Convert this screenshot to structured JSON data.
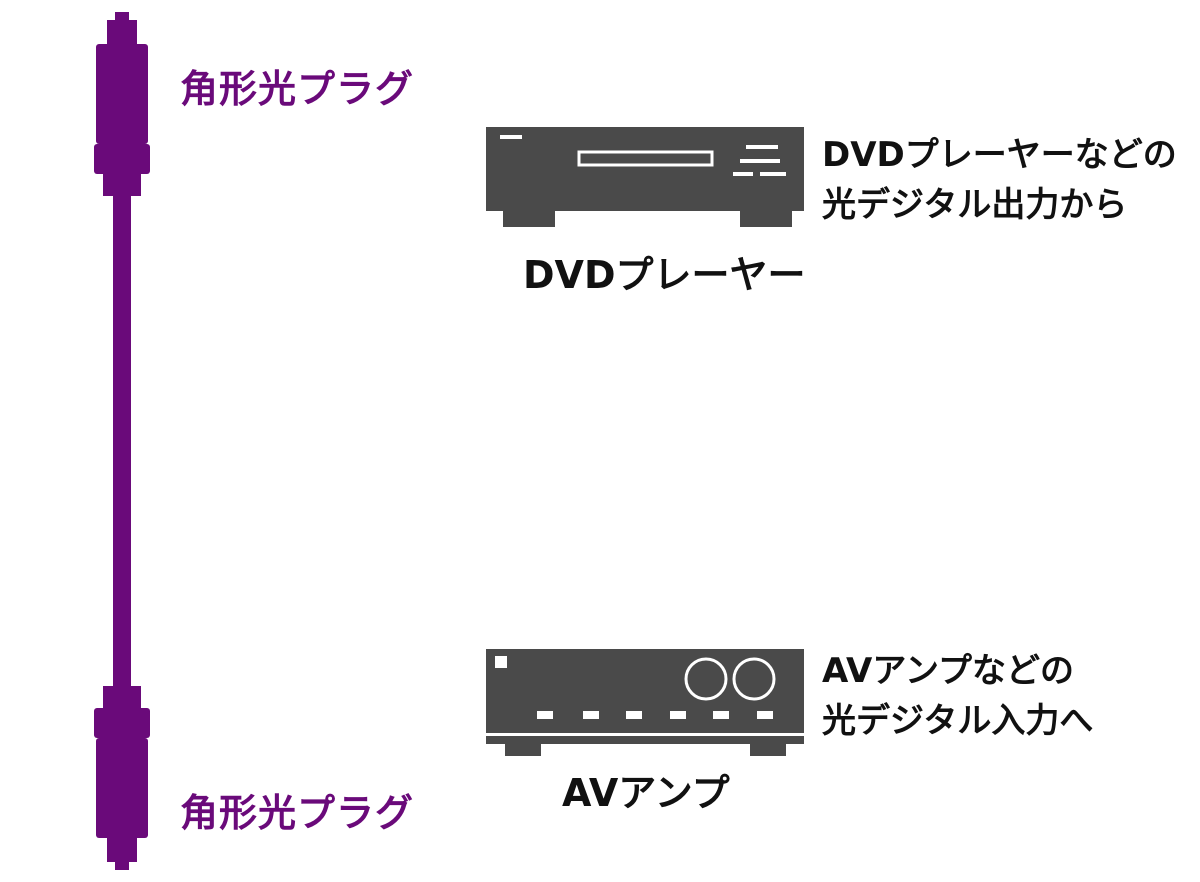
{
  "colors": {
    "cable": "#6a0a7a",
    "device": "#4a4a4a",
    "device_detail": "#ffffff",
    "text": "#111111"
  },
  "cable": {
    "top_plug_label": "角形光プラグ",
    "bottom_plug_label": "角形光プラグ"
  },
  "source_device": {
    "icon": "dvd-player-icon",
    "name": "DVDプレーヤー",
    "description": [
      "DVDプレーヤーなどの",
      "光デジタル出力から"
    ]
  },
  "target_device": {
    "icon": "av-amplifier-icon",
    "name": "AVアンプ",
    "description": [
      "AVアンプなどの",
      "光デジタル入力へ"
    ]
  }
}
